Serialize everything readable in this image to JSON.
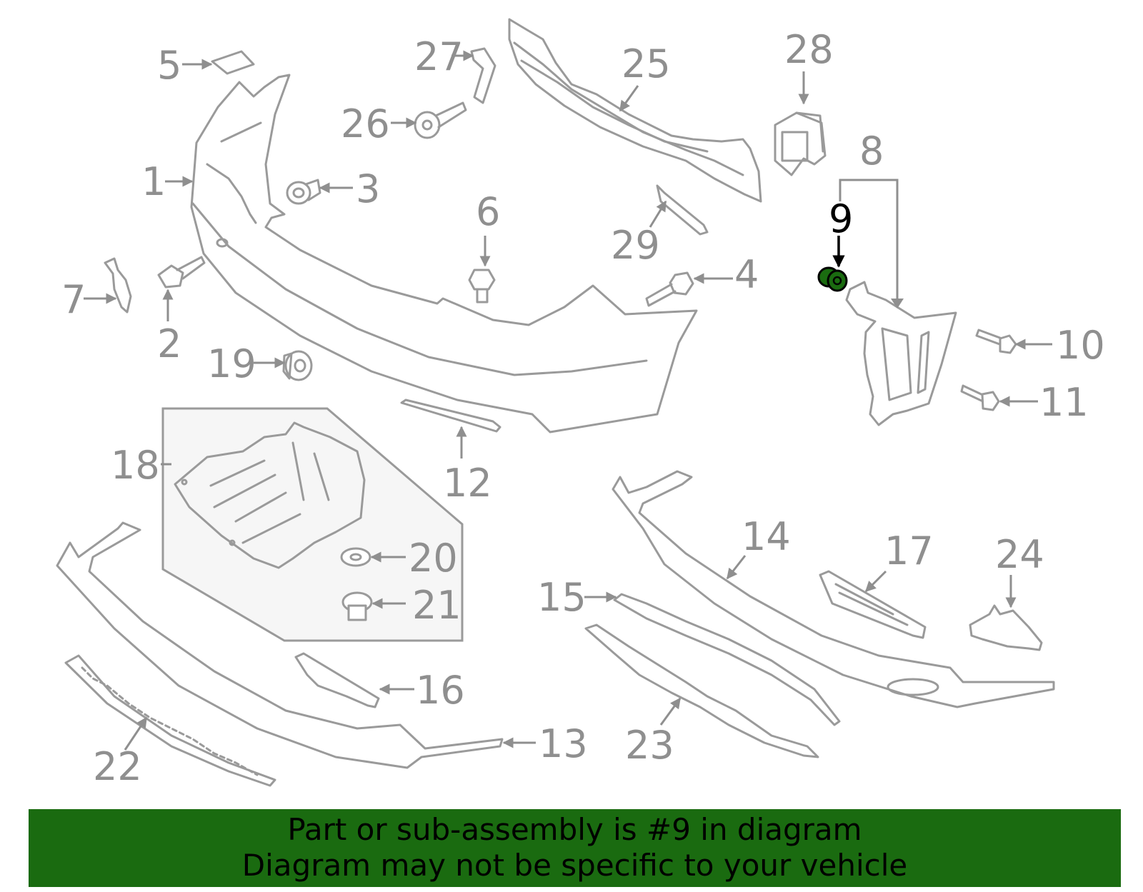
{
  "highlight_color": "#1a6b10",
  "highlighted_part": "9",
  "callouts": {
    "c1": "1",
    "c2": "2",
    "c3": "3",
    "c4": "4",
    "c5": "5",
    "c6": "6",
    "c7": "7",
    "c8": "8",
    "c9": "9",
    "c10": "10",
    "c11": "11",
    "c12": "12",
    "c13": "13",
    "c14": "14",
    "c15": "15",
    "c16": "16",
    "c17": "17",
    "c18": "18",
    "c19": "19",
    "c20": "20",
    "c21": "21",
    "c22": "22",
    "c23": "23",
    "c24": "24",
    "c25": "25",
    "c26": "26",
    "c27": "27",
    "c28": "28",
    "c29": "29"
  },
  "banner": {
    "line1": "Part or sub-assembly is #9 in diagram",
    "line2": "Diagram may not be specific to your vehicle"
  }
}
